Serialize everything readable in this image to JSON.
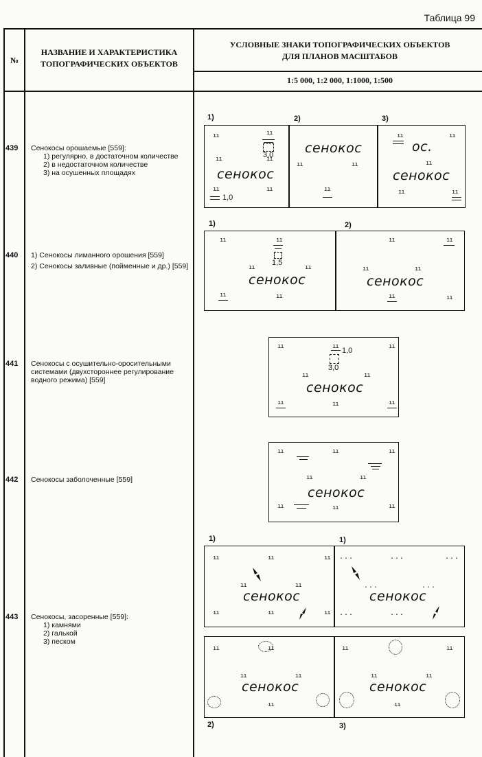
{
  "page_title": "Таблица 99",
  "header": {
    "col_num": "№",
    "col_name": "НАЗВАНИЕ И ХАРАКТЕРИСТИКА ТОПОГРАФИЧЕСКИХ ОБЪЕКТОВ",
    "col_symbols": "УСЛОВНЫЕ ЗНАКИ ТОПОГРАФИЧЕСКИХ ОБЪЕКТОВ ДЛЯ ПЛАНОВ МАСШТАБОВ",
    "scales": "1:5 000, 1:2 000, 1:1000, 1:500"
  },
  "rows": [
    {
      "num": "439",
      "title": "Сенокосы орошаемые [559]:",
      "items": [
        "1) регулярно, в достаточном количестве",
        "2) в недостаточном количестве",
        "3) на осушенных площадях"
      ],
      "panel_labels": [
        "1)",
        "2)",
        "3)"
      ],
      "words": [
        "сенокос",
        "сенокос",
        "сенокос"
      ],
      "os_label": "ос.",
      "dim_a": "3,0",
      "dim_b": "1,0"
    },
    {
      "num": "440",
      "items": [
        "1) Сенокосы лиманного орошения [559]",
        "2) Сенокосы заливные (пойменные и др.) [559]"
      ],
      "panel_labels": [
        "1)",
        "2)"
      ],
      "words": [
        "сенокос",
        "сенокос"
      ],
      "dim_a": "1,5"
    },
    {
      "num": "441",
      "title": "Сенокосы с осушительно-оросительными системами (двухстороннее регулирование водного режима) [559]",
      "word": "сенокос",
      "dim_a": "1,0",
      "dim_b": "3,0"
    },
    {
      "num": "442",
      "title": "Сенокосы заболоченные [559]",
      "word": "сенокос"
    },
    {
      "num": "443",
      "title": "Сенокосы, засоренные [559]:",
      "items": [
        "1) камнями",
        "2) галькой",
        "3) песком"
      ],
      "top_labels": [
        "1)",
        "1)"
      ],
      "bottom_labels": [
        "2)",
        "3)"
      ],
      "words": [
        "сенокос",
        "сенокос",
        "сенокос",
        "сенокос"
      ]
    }
  ]
}
